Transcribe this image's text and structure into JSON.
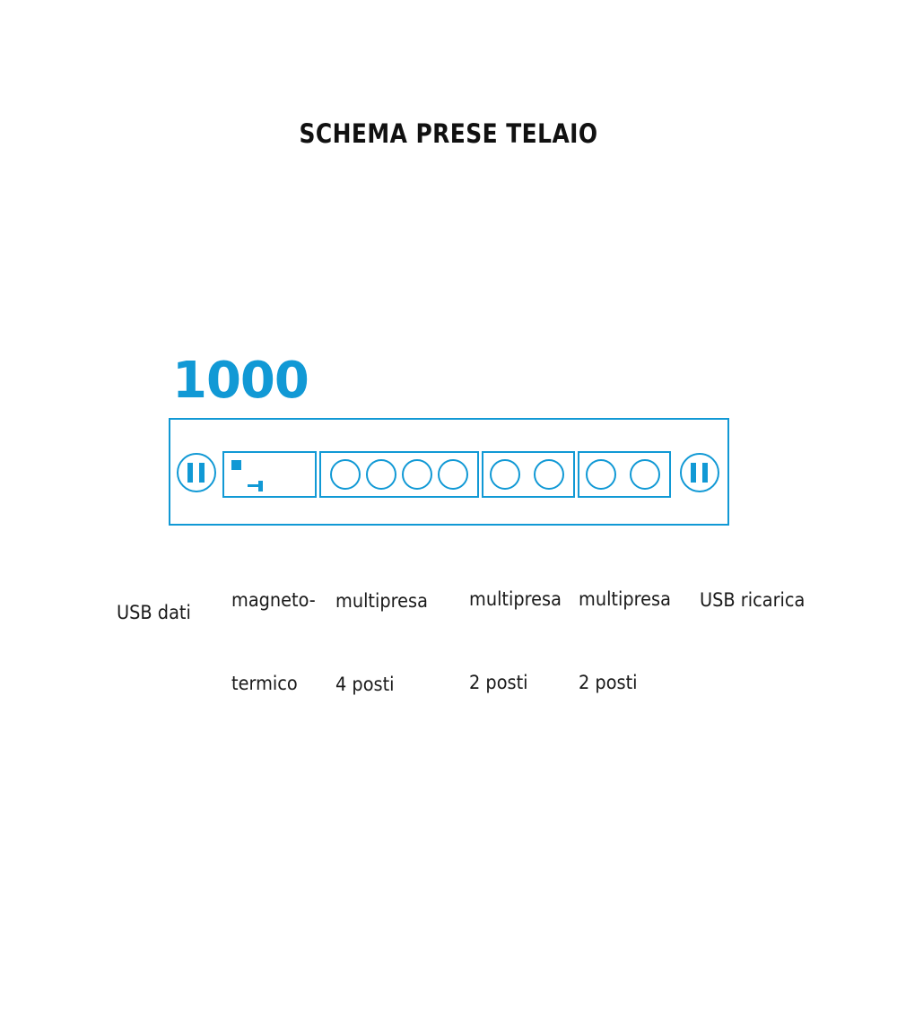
{
  "title": "SCHEMA PRESE TELAIO",
  "model": "1000",
  "colors": {
    "accent": "#1199d5",
    "text": "#1a1a1a"
  },
  "labels": {
    "usb_dati": [
      "USB dati"
    ],
    "magnetotermico": [
      "magneto-",
      "termico"
    ],
    "multipresa_4": [
      "multipresa",
      "4 posti"
    ],
    "multipresa_2a": [
      "multipresa",
      "2 posti"
    ],
    "multipresa_2b": [
      "multipresa",
      "2 posti"
    ],
    "usb_ricarica": [
      "USB ricarica"
    ]
  },
  "icons": {
    "usb_left": "usb-port-icon",
    "breaker": "circuit-breaker-icon",
    "socket": "socket-circle-icon",
    "usb_right": "usb-port-icon"
  }
}
